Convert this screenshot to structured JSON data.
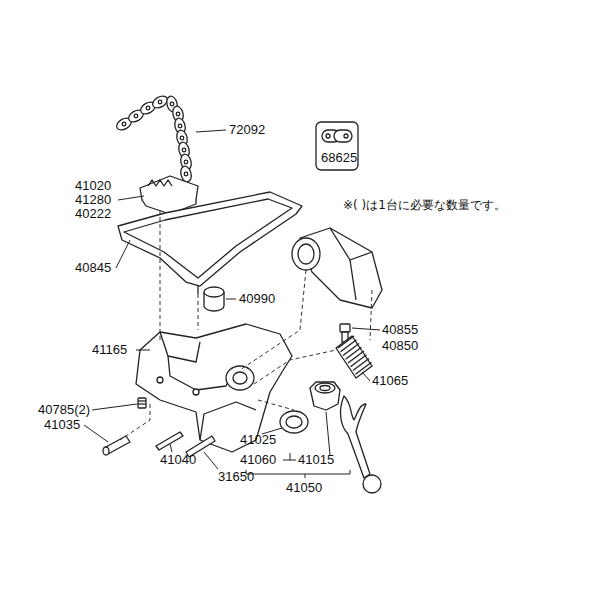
{
  "diagram": {
    "labels": [
      "72092",
      "68625",
      "41020",
      "41280",
      "40222",
      "※( )は1台に必要な数量です。",
      "40845",
      "40990",
      "41165",
      "40855",
      "40850",
      "41065",
      "40785(2)",
      "41035",
      "41025",
      "41040",
      "31650",
      "41060",
      "41015",
      "41050"
    ]
  }
}
